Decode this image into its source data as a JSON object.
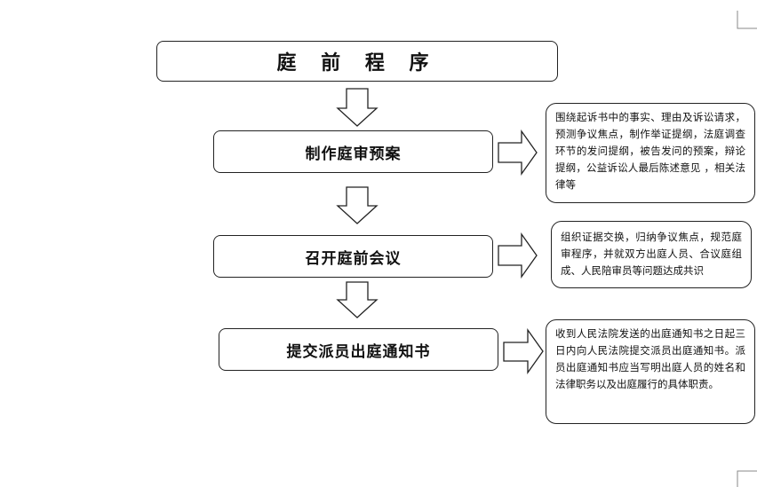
{
  "title": "庭 前 程 序",
  "steps": [
    {
      "label": "制作庭审预案",
      "note": "围绕起诉书中的事实、理由及诉讼请求，预测争议焦点，制作举证提纲，法庭调查环节的发问提纲，被告发问的预案，辩论提纲，公益诉讼人最后陈述意见 ，相关法律等"
    },
    {
      "label": "召开庭前会议",
      "note": "组织证据交换，归纳争议焦点，规范庭审程序，并就双方出庭人员、合议庭组成、人民陪审员等问题达成共识"
    },
    {
      "label": "提交派员出庭通知书",
      "note": "收到人民法院发送的出庭通知书之日起三日内向人民法院提交派员出庭通知书。派员出庭通知书应当写明出庭人员的姓名和法律职务以及出庭履行的具体职责。"
    }
  ]
}
